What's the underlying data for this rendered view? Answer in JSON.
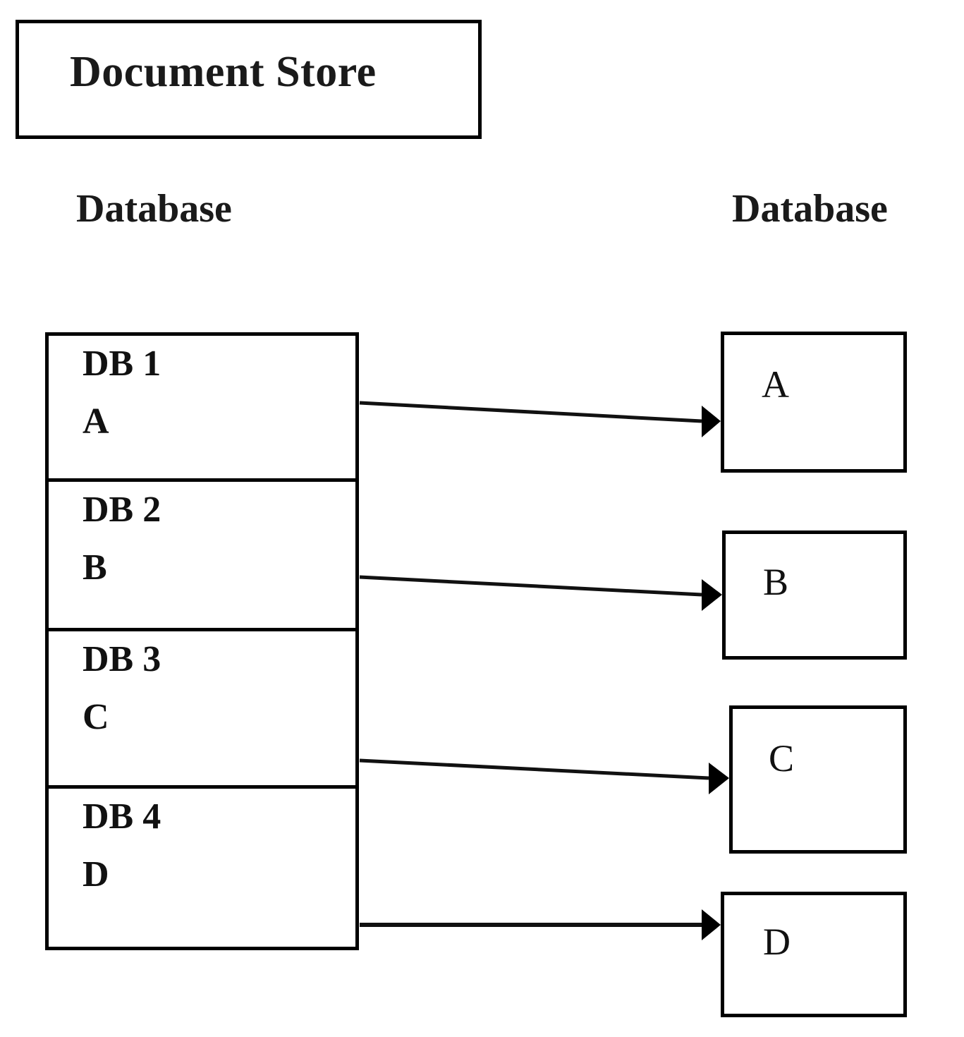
{
  "title_box": {
    "label": "Document Store"
  },
  "headings": {
    "left": "Database",
    "right": "Database"
  },
  "document_store": {
    "cells": [
      {
        "title": "DB 1",
        "value": "A"
      },
      {
        "title": "DB 2",
        "value": "B"
      },
      {
        "title": "DB 3",
        "value": "C"
      },
      {
        "title": "DB 4",
        "value": "D"
      }
    ]
  },
  "databases": [
    {
      "label": "A"
    },
    {
      "label": "B"
    },
    {
      "label": "C"
    },
    {
      "label": "D"
    }
  ],
  "mappings": [
    {
      "from": "DB 1",
      "to": "A"
    },
    {
      "from": "DB 2",
      "to": "B"
    },
    {
      "from": "DB 3",
      "to": "C"
    },
    {
      "from": "DB 4",
      "to": "D"
    }
  ],
  "colors": {
    "stroke": "#000000",
    "background": "#ffffff",
    "text": "#111111"
  }
}
